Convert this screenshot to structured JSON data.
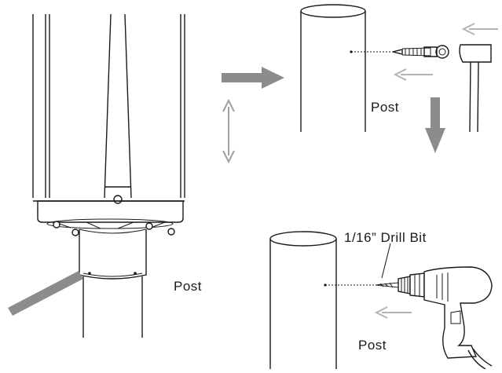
{
  "labels": {
    "post_top": "Post",
    "post_left": "Post",
    "post_bottom": "Post",
    "drill_bit": "1/16” Drill Bit"
  },
  "colors": {
    "line": "#1a1a1a",
    "arrow_dark": "#8c8c8c",
    "arrow_light": "#b4b4b4",
    "background": "#ffffff"
  },
  "icons": {
    "fixture": "light-fixture-icon",
    "screw_eye": "screw-eye-icon",
    "hammer": "hammer-icon",
    "drill": "power-drill-icon"
  }
}
